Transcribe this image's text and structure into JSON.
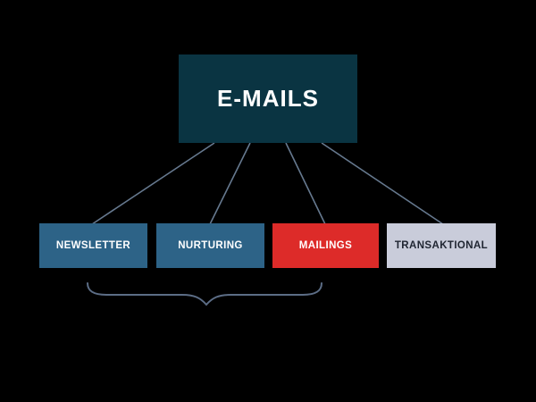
{
  "diagram": {
    "background_color": "#000000",
    "root": {
      "label": "E-MAILS",
      "fill_color": "#0a3442",
      "text_color": "#ffffff"
    },
    "children": [
      {
        "label": "NEWSLETTER",
        "fill_color": "#2d6387",
        "text_color": "#ffffff"
      },
      {
        "label": "NURTURING",
        "fill_color": "#2d6387",
        "text_color": "#ffffff"
      },
      {
        "label": "MAILINGS",
        "fill_color": "#dd2b29",
        "text_color": "#ffffff"
      },
      {
        "label": "TRANSAKTIONAL",
        "fill_color": "#c9ccda",
        "text_color": "#1f2531"
      }
    ],
    "connectors": {
      "color": "#66798f",
      "count": "4"
    },
    "brace": {
      "color": "#5c6d86",
      "groups_children": "NEWSLETTER, NURTURING, MAILINGS"
    }
  }
}
